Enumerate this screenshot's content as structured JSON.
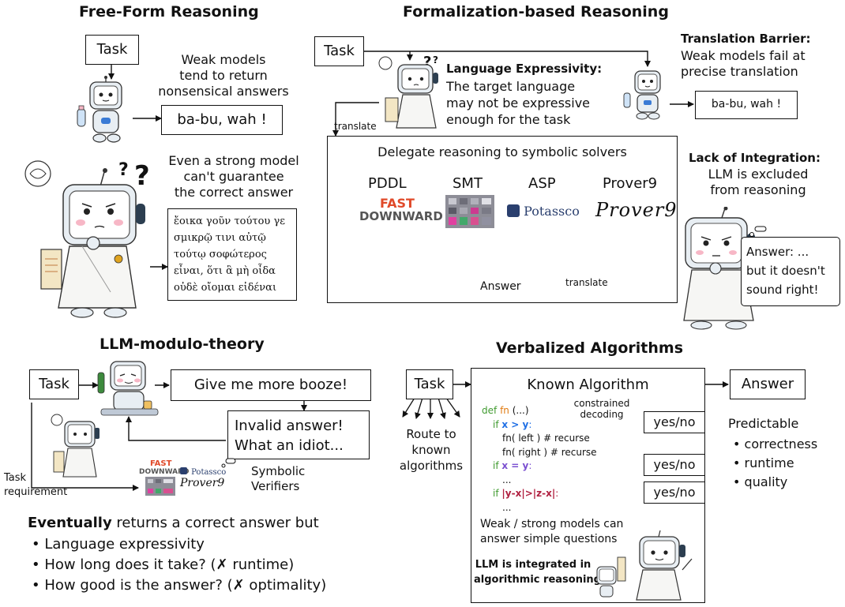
{
  "free_form": {
    "title": "Free-Form Reasoning",
    "task": "Task",
    "weak_note": [
      "Weak models",
      "tend to return",
      "nonsensical answers"
    ],
    "weak_answer": "ba-bu, wah !",
    "strong_note": [
      "Even a strong model",
      "can't guarantee",
      "the correct answer"
    ],
    "greek_answer": [
      "ἔοικα γοῦν τούτου γε",
      "σμικρῷ τινι αὐτῷ",
      "τούτῳ σοφώτερος",
      "εἶναι, ὅτι ἃ μὴ οἶδα",
      "οὐδὲ οἴομαι εἰδέναι"
    ]
  },
  "formal": {
    "title": "Formalization-based Reasoning",
    "task": "Task",
    "expressivity_heading": "Language Expressivity:",
    "expressivity_body": [
      "The target language",
      "may not be expressive",
      "enough for the task"
    ],
    "translate_label": "translate",
    "barrier_heading": "Translation Barrier:",
    "barrier_body": [
      "Weak models fail at",
      "precise translation"
    ],
    "barrier_answer": "ba-bu, wah !",
    "delegate": "Delegate reasoning to symbolic solvers",
    "solvers": [
      "PDDL",
      "SMT",
      "ASP",
      "Prover9"
    ],
    "logo_fast": "FAST",
    "logo_downward": "DOWNWARD",
    "logo_potassco": "Potassco",
    "logo_prover": "Prover9",
    "answer": "Answer",
    "translate2": "translate",
    "integration_heading": "Lack of Integration:",
    "integration_body": [
      "LLM is excluded",
      "from reasoning"
    ],
    "bubble": [
      "Answer: ...",
      "but it doesn't",
      "sound right!"
    ]
  },
  "llm_modulo": {
    "title": "LLM-modulo-theory",
    "task": "Task",
    "more_booze": "Give me more booze!",
    "invalid": [
      "Invalid answer!",
      "What an idiot..."
    ],
    "task_req": [
      "Task",
      "requirement"
    ],
    "verifiers": [
      "Symbolic",
      "Verifiers"
    ],
    "logo_fast": "FAST",
    "logo_downward": "DOWNWARD",
    "logo_potassco": "Potassco",
    "logo_prover": "Prover9",
    "eventually_bold": "Eventually",
    "eventually_rest": " returns a correct answer but",
    "bullets": [
      "Language expressivity",
      "How long does it take? (✗ runtime)",
      "How good is the answer? (✗ optimality)"
    ]
  },
  "verbalized": {
    "title": "Verbalized Algorithms",
    "task": "Task",
    "route": [
      "Route to",
      "known",
      "algorithms"
    ],
    "known_algorithm": "Known Algorithm",
    "constrained": [
      "constrained",
      "decoding"
    ],
    "code": {
      "def_kw": "def",
      "fn_name": "fn",
      "def_rest": " (...)",
      "if1_kw": "if",
      "if1_cond": "x > y",
      "if1_colon": ":",
      "recurse1": "fn( left )  # recurse",
      "recurse2": "fn( right ) # recurse",
      "if2_kw": "if",
      "if2_cond": "x = y",
      "if2_colon": ":",
      "dots1": "...",
      "if3_kw": "if",
      "if3_cond": "|y-x|>|z-x|",
      "if3_colon": ":",
      "dots2": "..."
    },
    "yesno": [
      "yes/no",
      "yes/no",
      "yes/no"
    ],
    "weak_strong": [
      "Weak / strong models can",
      "answer simple questions"
    ],
    "integrated": [
      "LLM is integrated in",
      "algorithmic reasoning"
    ],
    "answer": "Answer",
    "predictable": "Predictable",
    "props": [
      "correctness",
      "runtime",
      "quality"
    ]
  },
  "colors": {
    "blue": "#1f6fe5",
    "purple": "#7a4fd0",
    "crimson": "#b02040",
    "green": "#3f9a2f",
    "orange": "#e07a10",
    "fast_red": "#e04a2a"
  }
}
